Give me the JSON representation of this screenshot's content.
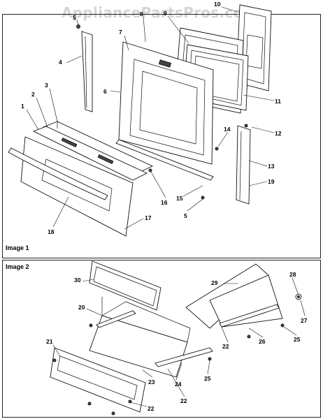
{
  "watermark": "AppliancePartsPros.com",
  "panels": [
    {
      "title": "Image 1"
    },
    {
      "title": "Image 2"
    }
  ],
  "callouts": [
    {
      "label": "1"
    },
    {
      "label": "2"
    },
    {
      "label": "3"
    },
    {
      "label": "4"
    },
    {
      "label": "5"
    },
    {
      "label": "7"
    },
    {
      "label": "6"
    },
    {
      "label": "8"
    },
    {
      "label": "9"
    },
    {
      "label": "10"
    },
    {
      "label": "11"
    },
    {
      "label": "12"
    },
    {
      "label": "14"
    },
    {
      "label": "13"
    },
    {
      "label": "19"
    },
    {
      "label": "16"
    },
    {
      "label": "15"
    },
    {
      "label": "5"
    },
    {
      "label": "17"
    },
    {
      "label": "18"
    },
    {
      "label": "30"
    },
    {
      "label": "20"
    },
    {
      "label": "21"
    },
    {
      "label": "23"
    },
    {
      "label": "22"
    },
    {
      "label": "24"
    },
    {
      "label": "22"
    },
    {
      "label": "25"
    },
    {
      "label": "29"
    },
    {
      "label": "28"
    },
    {
      "label": "27"
    },
    {
      "label": "22"
    },
    {
      "label": "26"
    },
    {
      "label": "25"
    }
  ]
}
